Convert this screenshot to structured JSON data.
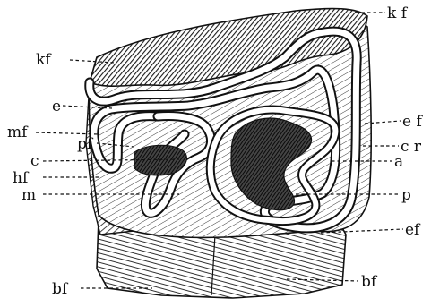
{
  "figure": {
    "labels": {
      "kf_top_right": "k f",
      "kf_left": "kf",
      "e": "e",
      "ef_right": "e f",
      "mf": "mf",
      "cr": "c r",
      "pf": "pf",
      "c": "c",
      "a": "a",
      "hf": "hf",
      "m": "m",
      "p": "p",
      "ef_lower": "ef",
      "bf_left": "bf",
      "bf_right": "bf"
    }
  }
}
